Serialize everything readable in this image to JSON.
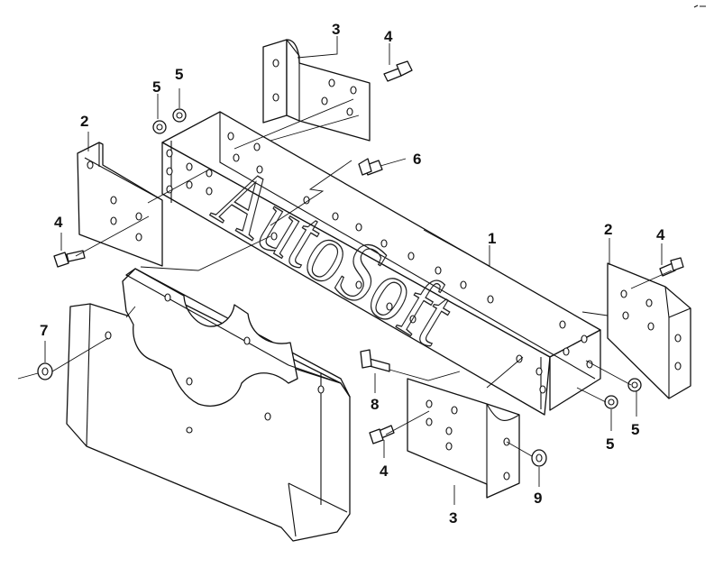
{
  "diagram": {
    "watermark": "AutoSoft",
    "callouts": {
      "c1": "1",
      "c2a": "2",
      "c2b": "2",
      "c3a": "3",
      "c3b": "3",
      "c4a": "4",
      "c4b": "4",
      "c4c": "4",
      "c4d": "4",
      "c5a": "5",
      "c5b": "5",
      "c5c": "5",
      "c5d": "5",
      "c6": "6",
      "c7": "7",
      "c8": "8",
      "c9": "9"
    }
  }
}
